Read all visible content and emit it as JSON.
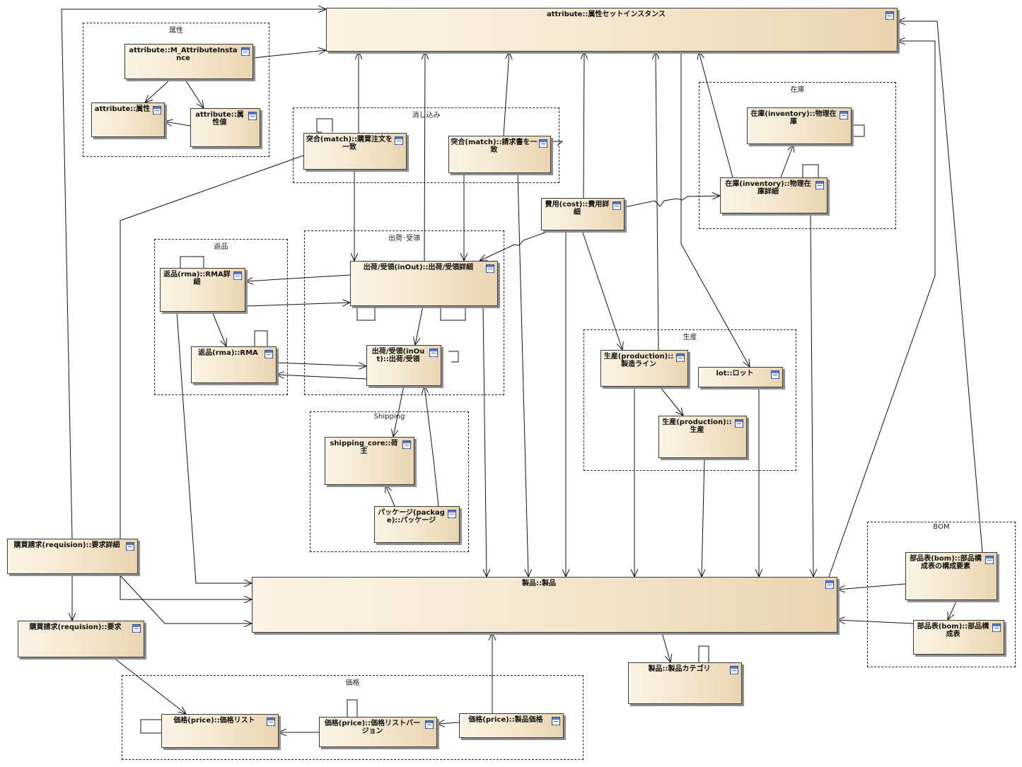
{
  "packages": [
    {
      "id": "pkg_attr",
      "title": "属性"
    },
    {
      "id": "pkg_match",
      "title": "消し込み"
    },
    {
      "id": "pkg_inv",
      "title": "在庫"
    },
    {
      "id": "pkg_rma",
      "title": "返品"
    },
    {
      "id": "pkg_inout",
      "title": "出荷･受領"
    },
    {
      "id": "pkg_prod",
      "title": "生産"
    },
    {
      "id": "pkg_ship",
      "title": "Shipping"
    },
    {
      "id": "pkg_bom",
      "title": "BOM"
    },
    {
      "id": "pkg_price",
      "title": "価格"
    }
  ],
  "classes": [
    {
      "id": "attrset",
      "name": "attribute::属性セットインスタンス"
    },
    {
      "id": "m_attr",
      "name": "attribute::M_AttributeInstance"
    },
    {
      "id": "attr",
      "name": "attribute::属性"
    },
    {
      "id": "attrval",
      "name": "attribute::属性値"
    },
    {
      "id": "match_po",
      "name": "突合(match)::購買注文を一致"
    },
    {
      "id": "match_inv",
      "name": "突合(match)::請求書を一致"
    },
    {
      "id": "inv_phys",
      "name": "在庫(inventory)::物理在庫"
    },
    {
      "id": "inv_detail",
      "name": "在庫(inventory)::物理在庫詳細"
    },
    {
      "id": "cost",
      "name": "費用(cost)::費用詳細"
    },
    {
      "id": "rma_detail",
      "name": "返品(rma)::RMA詳細"
    },
    {
      "id": "rma",
      "name": "返品(rma)::RMA"
    },
    {
      "id": "inout_detail",
      "name": "出荷/受領(inOut)::出荷/受領詳細"
    },
    {
      "id": "inout",
      "name": "出荷/受領(inOut)::出荷/受領"
    },
    {
      "id": "prodline",
      "name": "生産(production)::製造ライン"
    },
    {
      "id": "lot",
      "name": "lot::ロット"
    },
    {
      "id": "production",
      "name": "生産(production)::生産"
    },
    {
      "id": "shipper",
      "name": "shipping_core::荷主"
    },
    {
      "id": "package",
      "name": "パッケージ(package)::パッケージ"
    },
    {
      "id": "req_detail",
      "name": "購買請求(requision)::要求詳細"
    },
    {
      "id": "req",
      "name": "購買請求(requision)::要求"
    },
    {
      "id": "product",
      "name": "製品::製品"
    },
    {
      "id": "bom_comp",
      "name": "部品表(bom)::部品構成表の構成要素"
    },
    {
      "id": "bom",
      "name": "部品表(bom)::部品構成表"
    },
    {
      "id": "category",
      "name": "製品::製品カテゴリ"
    },
    {
      "id": "pricelist",
      "name": "価格(price)::価格リスト"
    },
    {
      "id": "plversion",
      "name": "価格(price)::価格リストバージョン"
    },
    {
      "id": "prodprice",
      "name": "価格(price)::製品価格"
    }
  ],
  "edges": [
    {
      "from": "m_attr",
      "to": "attrset"
    },
    {
      "from": "m_attr",
      "to": "attr"
    },
    {
      "from": "m_attr",
      "to": "attrval"
    },
    {
      "from": "attrval",
      "to": "attr"
    },
    {
      "from": "match_po",
      "to": "attrset"
    },
    {
      "from": "match_inv",
      "to": "attrset"
    },
    {
      "from": "match_po",
      "to": "product"
    },
    {
      "from": "match_po",
      "to": "inout_detail"
    },
    {
      "from": "match_inv",
      "to": "inout_detail"
    },
    {
      "from": "match_inv",
      "to": "product"
    },
    {
      "from": "inout_detail",
      "to": "attrset"
    },
    {
      "from": "cost",
      "to": "attrset"
    },
    {
      "from": "prodline",
      "to": "attrset"
    },
    {
      "from": "attrset",
      "to": "lot"
    },
    {
      "from": "inv_detail",
      "to": "attrset"
    },
    {
      "from": "inv_detail",
      "to": "inv_phys"
    },
    {
      "from": "inv_detail",
      "to": "product"
    },
    {
      "from": "cost",
      "to": "inv_detail"
    },
    {
      "from": "cost",
      "to": "inout_detail"
    },
    {
      "from": "cost",
      "to": "prodline"
    },
    {
      "from": "cost",
      "to": "product"
    },
    {
      "from": "inout_detail",
      "to": "rma_detail"
    },
    {
      "from": "rma_detail",
      "to": "inout_detail"
    },
    {
      "from": "rma_detail",
      "to": "rma"
    },
    {
      "from": "rma",
      "to": "inout"
    },
    {
      "from": "inout",
      "to": "rma"
    },
    {
      "from": "inout_detail",
      "to": "inout"
    },
    {
      "from": "inout_detail",
      "to": "product"
    },
    {
      "from": "rma_detail",
      "to": "product"
    },
    {
      "from": "inout",
      "to": "shipper"
    },
    {
      "from": "package",
      "to": "shipper"
    },
    {
      "from": "package",
      "to": "inout"
    },
    {
      "from": "prodline",
      "to": "production"
    },
    {
      "from": "prodline",
      "to": "product"
    },
    {
      "from": "production",
      "to": "product"
    },
    {
      "from": "lot",
      "to": "product"
    },
    {
      "from": "product",
      "to": "attrset"
    },
    {
      "from": "bom_comp",
      "to": "attrset"
    },
    {
      "from": "bom_comp",
      "to": "product"
    },
    {
      "from": "bom_comp",
      "to": "bom"
    },
    {
      "from": "bom",
      "to": "product"
    },
    {
      "from": "req_detail",
      "to": "attrset"
    },
    {
      "from": "req_detail",
      "to": "req"
    },
    {
      "from": "req_detail",
      "to": "product"
    },
    {
      "from": "req",
      "to": "pricelist"
    },
    {
      "from": "product",
      "to": "category"
    },
    {
      "from": "plversion",
      "to": "pricelist"
    },
    {
      "from": "prodprice",
      "to": "plversion"
    },
    {
      "from": "prodprice",
      "to": "product"
    }
  ]
}
